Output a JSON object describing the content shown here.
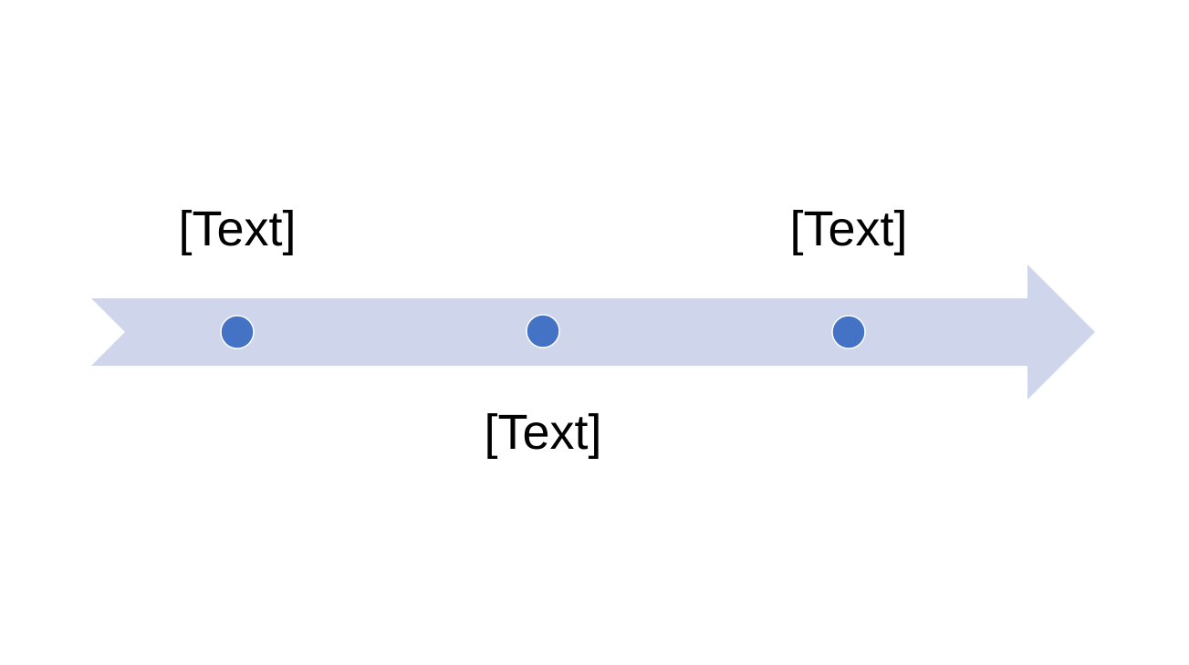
{
  "colors": {
    "arrow_fill": "#CFD5EA",
    "dot_fill": "#4472C4",
    "dot_stroke": "#ffffff",
    "text": "#000000"
  },
  "timeline": {
    "milestones": [
      {
        "label": "[Text]",
        "side": "above"
      },
      {
        "label": "[Text]",
        "side": "below"
      },
      {
        "label": "[Text]",
        "side": "above"
      }
    ]
  }
}
